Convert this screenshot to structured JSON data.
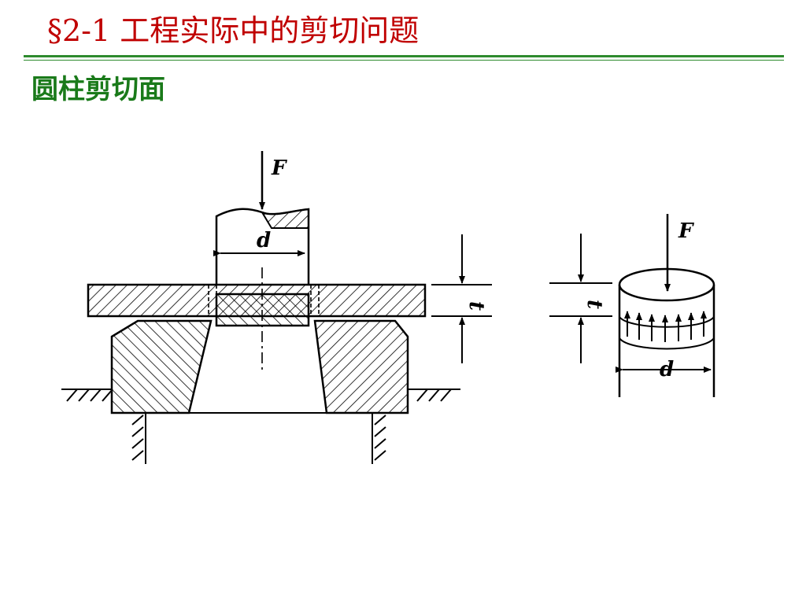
{
  "header": {
    "title": "§2-1 工程实际中的剪切问题",
    "subtitle": "圆柱剪切面"
  },
  "diagram": {
    "label_force": "F",
    "label_diameter": "d",
    "label_thickness": "t"
  },
  "colors": {
    "title": "#c00000",
    "subtitle": "#1a7a1a",
    "rule": "#2e8b2e"
  }
}
